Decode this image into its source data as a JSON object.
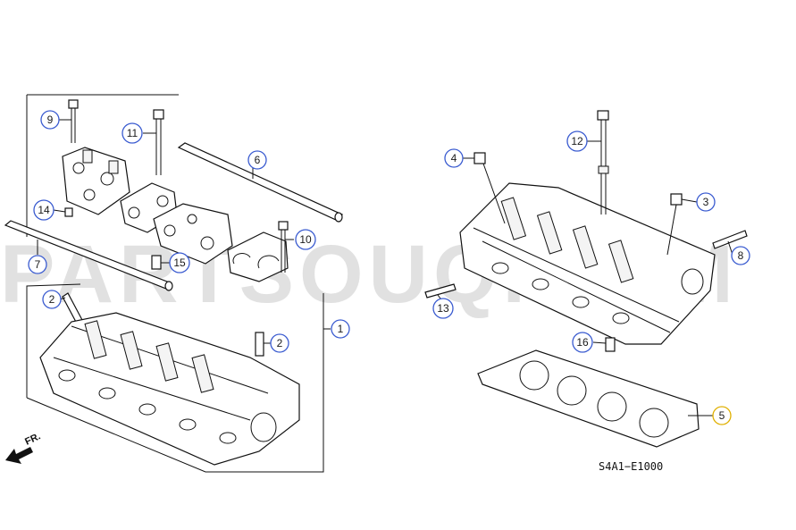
{
  "watermark": "PARTSOUQ.COM",
  "diagram_code": "S4A1−E1000",
  "front_label": "FR.",
  "colors": {
    "callout_blue": "#3a5bd0",
    "callout_highlight": "#e0b000",
    "ink": "#111111"
  },
  "callouts": [
    {
      "id": "c9",
      "number": "9"
    },
    {
      "id": "c11",
      "number": "11"
    },
    {
      "id": "c6",
      "number": "6"
    },
    {
      "id": "c14",
      "number": "14"
    },
    {
      "id": "c10",
      "number": "10"
    },
    {
      "id": "c15",
      "number": "15"
    },
    {
      "id": "c7",
      "number": "7"
    },
    {
      "id": "c2a",
      "number": "2"
    },
    {
      "id": "c2b",
      "number": "2"
    },
    {
      "id": "c1",
      "number": "1"
    },
    {
      "id": "c4",
      "number": "4"
    },
    {
      "id": "c12",
      "number": "12"
    },
    {
      "id": "c3",
      "number": "3"
    },
    {
      "id": "c8",
      "number": "8"
    },
    {
      "id": "c13",
      "number": "13"
    },
    {
      "id": "c16",
      "number": "16"
    },
    {
      "id": "c5",
      "number": "5"
    }
  ]
}
